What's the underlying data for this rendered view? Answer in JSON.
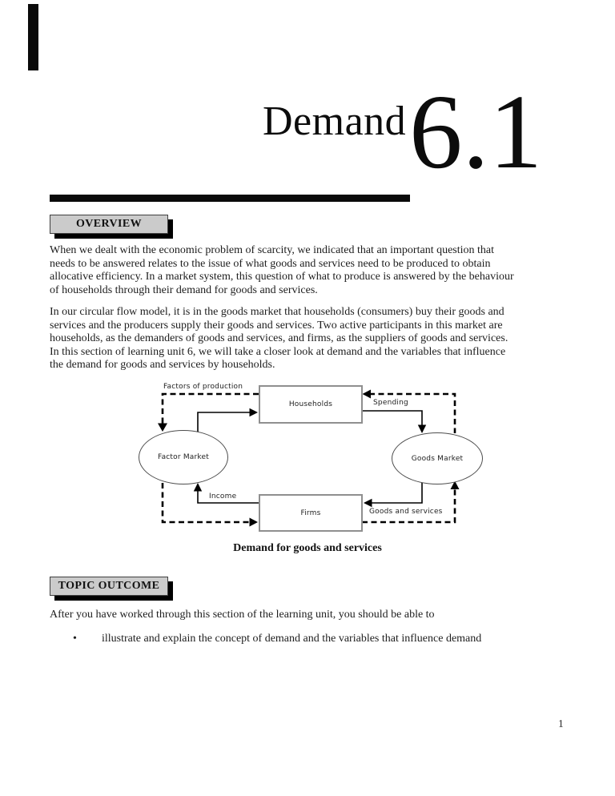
{
  "page": {
    "chapter_title": "Demand",
    "chapter_number": "6.1",
    "page_number": "1"
  },
  "overview": {
    "heading": "OVERVIEW",
    "paragraph1_lines": [
      "When we dealt with the economic problem of scarcity, we indicated that an important question that",
      "needs to be answered relates to the issue of what goods and services need to be produced to obtain",
      "allocative efficiency. In a market system, this question of what to produce is answered by the behaviour",
      "of households through their demand for goods and services."
    ],
    "paragraph2_lines": [
      "In our circular flow model, it is in the goods market that households (consumers) buy their goods and",
      "services and the producers supply their goods and services. Two active participants in this market are",
      "households, as the demanders of goods and services, and firms, as the suppliers of goods and services.",
      "In this section of learning unit 6, we will take a closer look at demand and the variables that influence",
      "the demand for goods and services by households."
    ]
  },
  "diagram": {
    "caption": "Demand for goods and services",
    "nodes": {
      "households": "Households",
      "firms": "Firms",
      "factor_market": "Factor Market",
      "goods_market": "Goods Market"
    },
    "flow_labels": {
      "factors_of_production": "Factors of production",
      "spending": "Spending",
      "income": "Income",
      "goods_and_services": "Goods and services"
    }
  },
  "topic_outcome": {
    "heading": "TOPIC OUTCOME",
    "intro": "After you have worked through this section of the learning unit, you should be able to",
    "bullets": [
      {
        "marker": "•",
        "text": "illustrate and explain the concept of demand and the variables that influence demand"
      }
    ]
  },
  "colors": {
    "ink": "#0a0a0a",
    "heading_box_fill": "#cbcbcb"
  }
}
